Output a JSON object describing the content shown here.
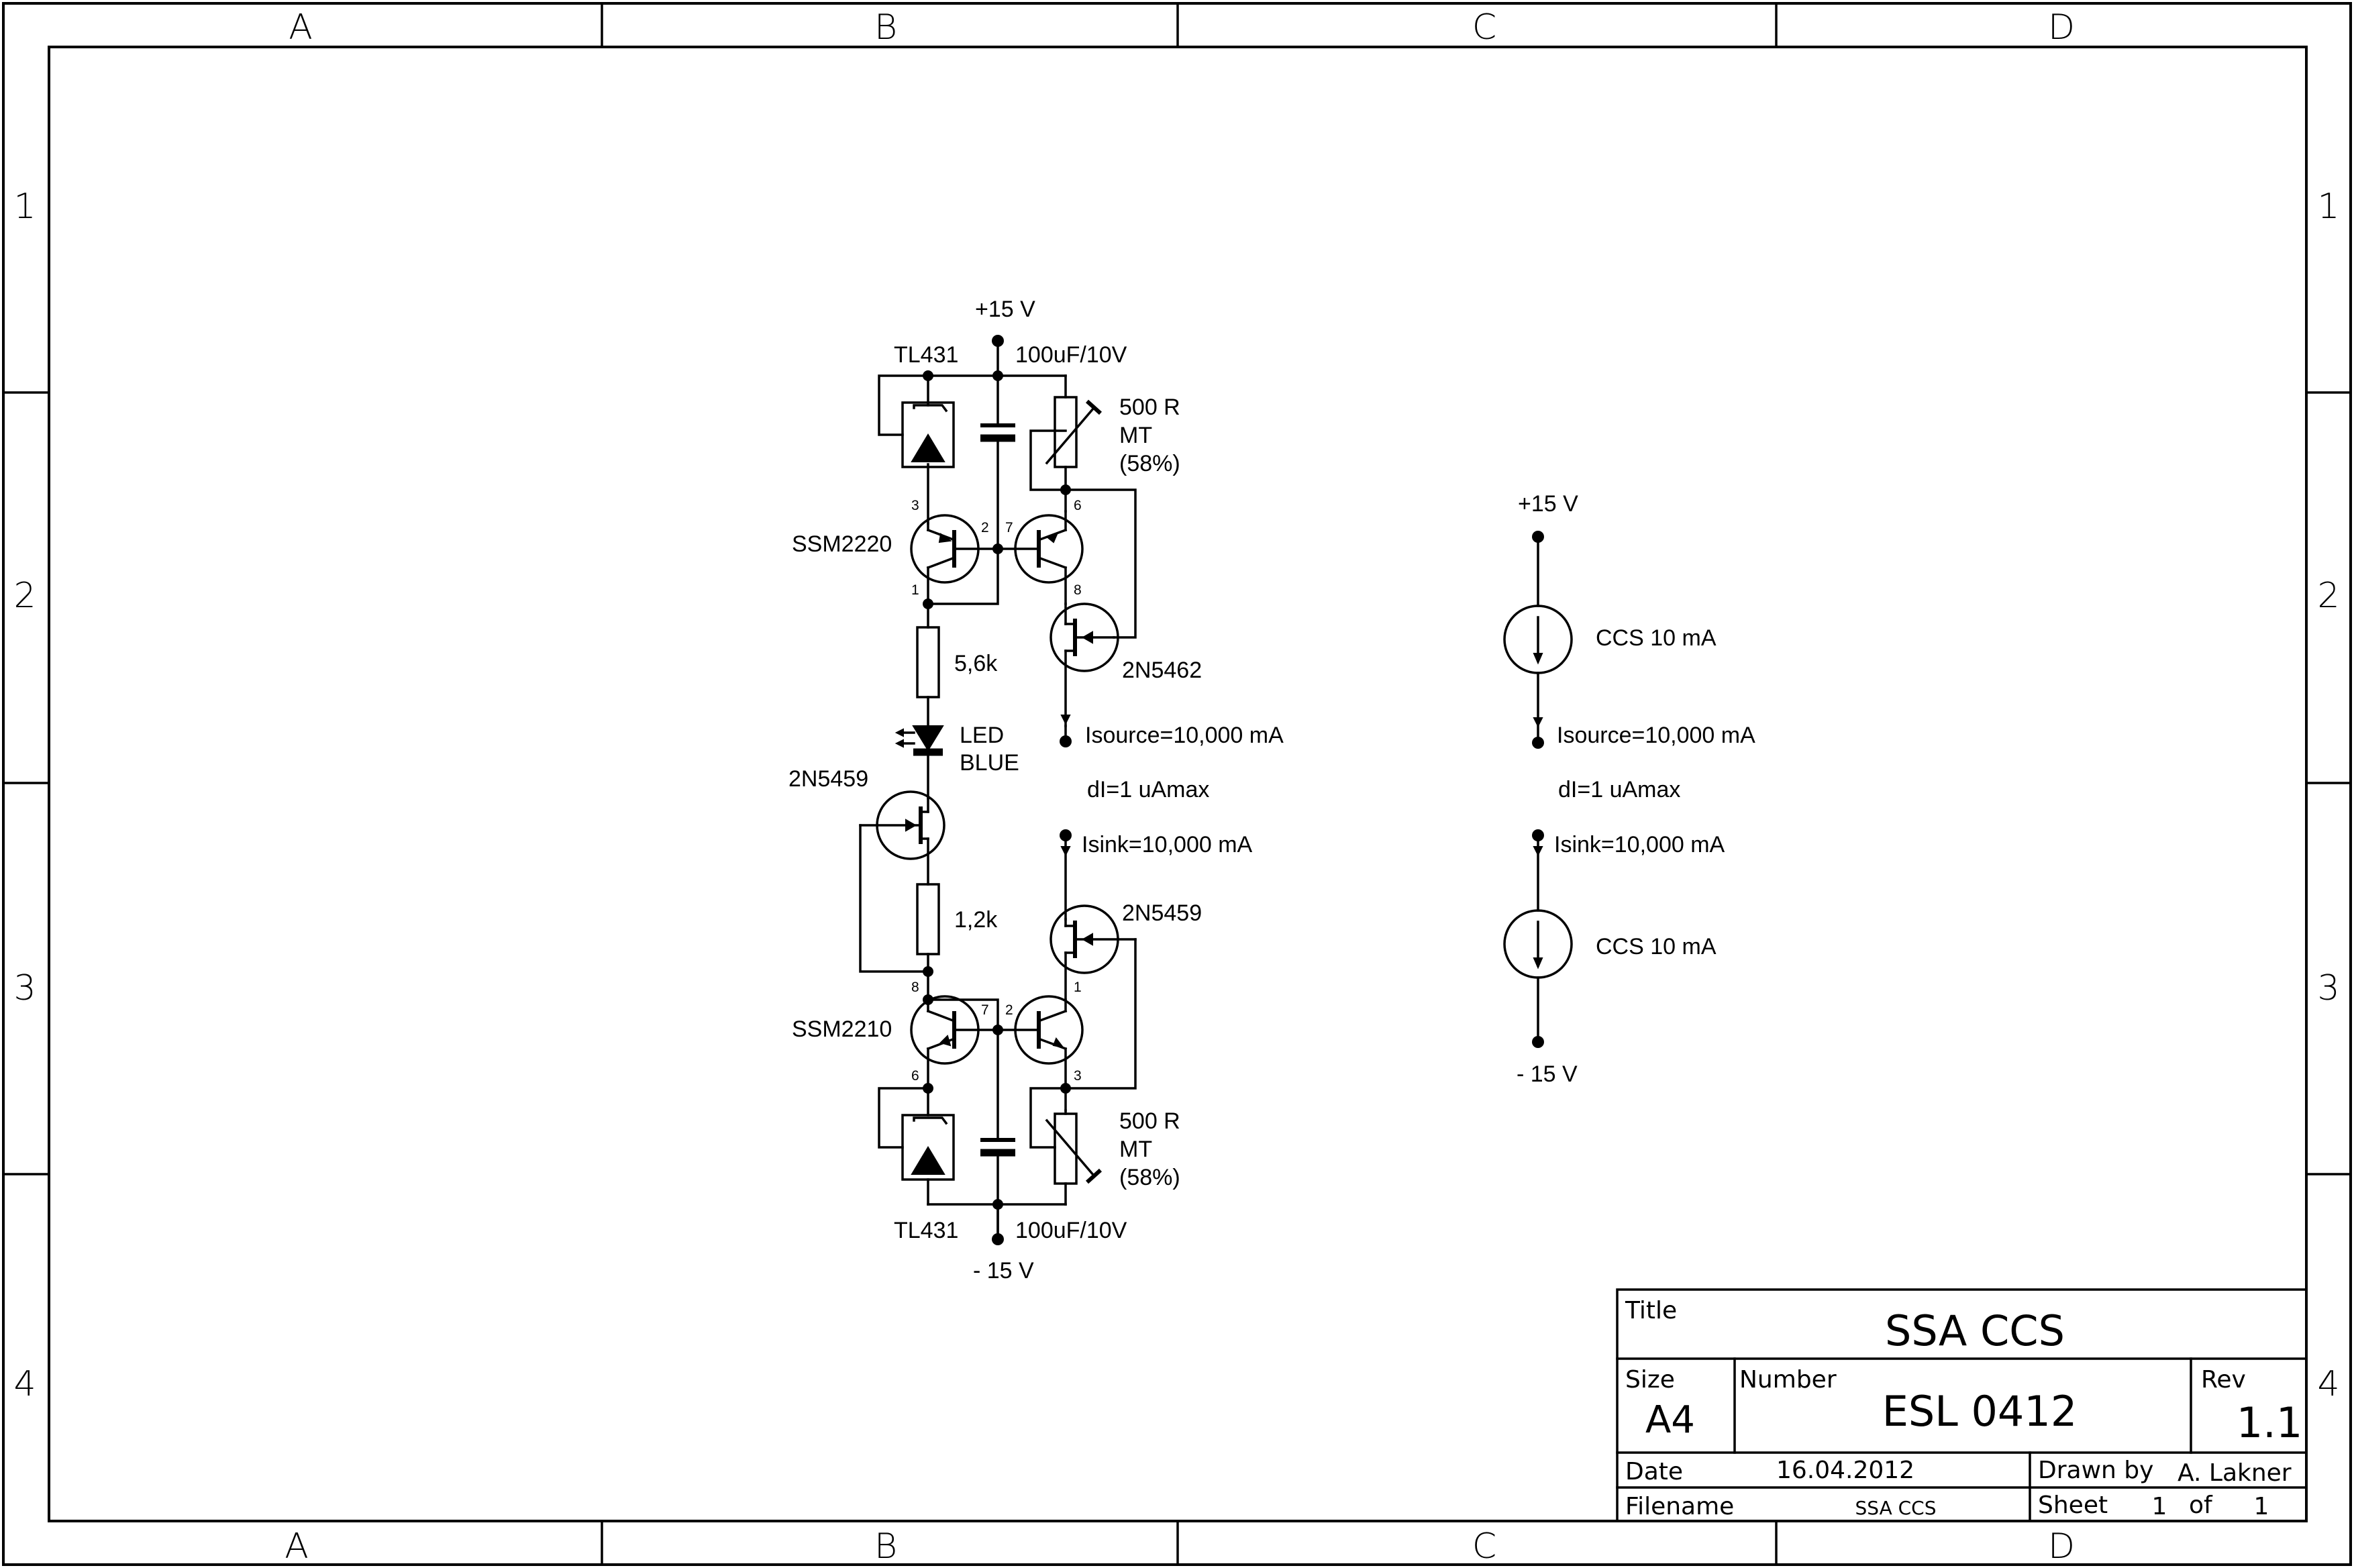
{
  "frame": {
    "columns": [
      "A",
      "B",
      "C",
      "D"
    ],
    "rows": [
      "1",
      "2",
      "3",
      "4"
    ]
  },
  "schematic": {
    "upper_supply": "+15 V",
    "lower_supply": "- 15 V",
    "upper_ref_label": "TL431",
    "upper_cap_label": "100uF/10V",
    "upper_trimmer_value": "500 R",
    "upper_trimmer_type": "MT",
    "upper_trimmer_pct": "(58%)",
    "upper_pair_label": "SSM2220",
    "upper_jfet_label": "2N5462",
    "source_current": "Isource=10,000 mA",
    "resistor_1": "5,6k",
    "led_line1": "LED",
    "led_line2": "BLUE",
    "middle_jfet_label": "2N5459",
    "delta_current": "dI=1 uAmax",
    "sink_current": "Isink=10,000 mA",
    "lower_jfet_label": "2N5459",
    "resistor_2": "1,2k",
    "lower_pair_label": "SSM2210",
    "lower_trimmer_value": "500 R",
    "lower_trimmer_type": "MT",
    "lower_trimmer_pct": "(58%)",
    "lower_ref_label": "TL431",
    "lower_cap_label": "100uF/10V",
    "pins": {
      "p3": "3",
      "p2": "2",
      "p7": "7",
      "p6": "6",
      "p1": "1",
      "p8": "8",
      "lp8": "8",
      "lp7": "7",
      "lp2": "2",
      "lp1": "1",
      "lp6": "6",
      "lp3": "3"
    }
  },
  "equivalent": {
    "supply_top": "+15 V",
    "ccs_top": "CCS 10 mA",
    "source_current": "Isource=10,000 mA",
    "delta_current": "dI=1 uAmax",
    "sink_current": "Isink=10,000 mA",
    "ccs_bottom": "CCS 10 mA",
    "supply_bottom": "- 15 V"
  },
  "title_block": {
    "title_label": "Title",
    "title": "SSA CCS",
    "size_label": "Size",
    "size": "A4",
    "number_label": "Number",
    "number": "ESL 0412",
    "rev_label": "Rev",
    "rev": "1.1",
    "date_label": "Date",
    "date": "16.04.2012",
    "drawn_label": "Drawn by",
    "drawn_by": "A. Lakner",
    "filename_label": "Filename",
    "filename": "SSA CCS",
    "sheet_label": "Sheet",
    "sheet": "1",
    "of_label": "of",
    "sheets": "1"
  }
}
